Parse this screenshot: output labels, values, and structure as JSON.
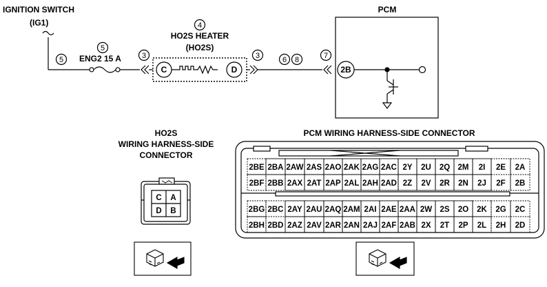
{
  "schematic": {
    "ignition_line1": "IGNITION SWITCH",
    "ignition_line2": "(IG1)",
    "fuse_label": "ENG2 15 A",
    "heater_line1": "HO2S HEATER",
    "heater_line2": "(HO2S)",
    "pcm_label": "PCM",
    "pin_c": "C",
    "pin_d": "D",
    "pin_2b": "2B",
    "markers": {
      "m4": "4",
      "m5_top": "5",
      "m5_left": "5",
      "m3_left": "3",
      "m3_right": "3",
      "m6": "6",
      "m8": "8",
      "m7": "7"
    }
  },
  "ho2s_connector": {
    "title_line1": "HO2S",
    "title_line2": "WIRING HARNESS-SIDE",
    "title_line3": "CONNECTOR",
    "pins": [
      "C",
      "A",
      "D",
      "B"
    ]
  },
  "pcm_connector": {
    "title": "PCM WIRING HARNESS-SIDE CONNECTOR",
    "upper_rows": [
      [
        "2BE",
        "2BA",
        "2AW",
        "2AS",
        "2AO",
        "2AK",
        "2AG",
        "2AC",
        "2Y",
        "2U",
        "2Q",
        "2M",
        "2I",
        "2E",
        "2A"
      ],
      [
        "2BF",
        "2BB",
        "2AX",
        "2AT",
        "2AP",
        "2AL",
        "2AH",
        "2AD",
        "2Z",
        "2V",
        "2R",
        "2N",
        "2J",
        "2F",
        "2B"
      ]
    ],
    "lower_rows": [
      [
        "2BG",
        "2BC",
        "2AY",
        "2AU",
        "2AQ",
        "2AM",
        "2AI",
        "2AE",
        "2AA",
        "2W",
        "2S",
        "2O",
        "2K",
        "2G",
        "2C"
      ],
      [
        "2BH",
        "2BD",
        "2AZ",
        "2AV",
        "2AR",
        "2AN",
        "2AJ",
        "2AF",
        "2AB",
        "2X",
        "2T",
        "2P",
        "2L",
        "2H",
        "2D"
      ]
    ]
  }
}
